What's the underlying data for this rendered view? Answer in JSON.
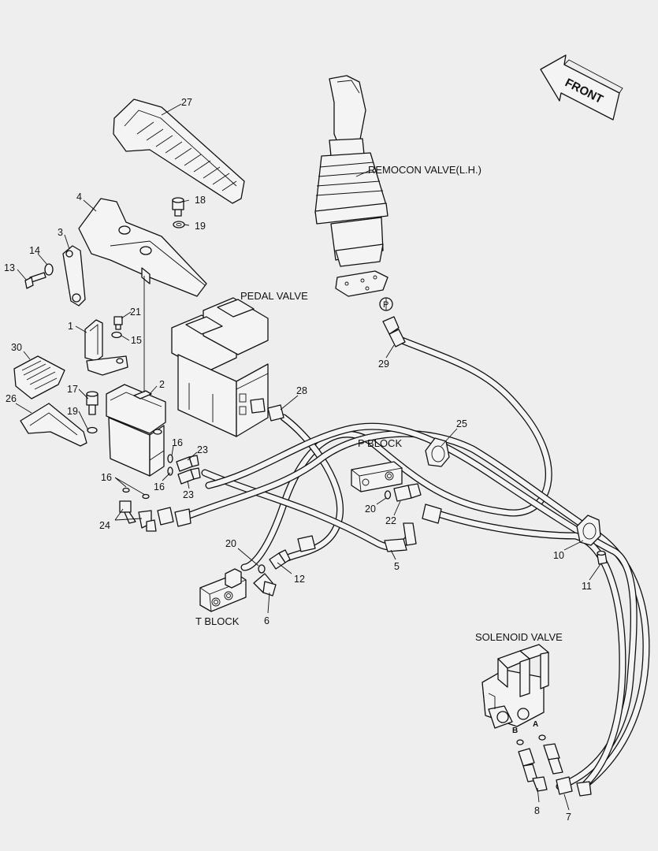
{
  "labels": {
    "front": "FRONT",
    "remocon_valve": "REMOCON VALVE(L.H.)",
    "pedal_valve": "PEDAL VALVE",
    "p_block": "P BLOCK",
    "t_block": "T BLOCK",
    "solenoid_valve": "SOLENOID VALVE",
    "port_p": "P",
    "port_a": "A",
    "port_b": "B"
  },
  "callouts": {
    "c27": "27",
    "c4": "4",
    "c18": "18",
    "c19a": "19",
    "c3": "3",
    "c14": "14",
    "c13": "13",
    "c21": "21",
    "c1": "1",
    "c15": "15",
    "c30": "30",
    "c2": "2",
    "c17": "17",
    "c26": "26",
    "c19b": "19",
    "c16a": "16",
    "c23a": "23",
    "c16b": "16",
    "c16c": "16",
    "c23b": "23",
    "c24": "24",
    "c28": "28",
    "c29": "29",
    "c25": "25",
    "c20a": "20",
    "c22": "22",
    "c5": "5",
    "c10": "10",
    "c11": "11",
    "c20b": "20",
    "c12": "12",
    "c6": "6",
    "c8": "8",
    "c7": "7"
  }
}
